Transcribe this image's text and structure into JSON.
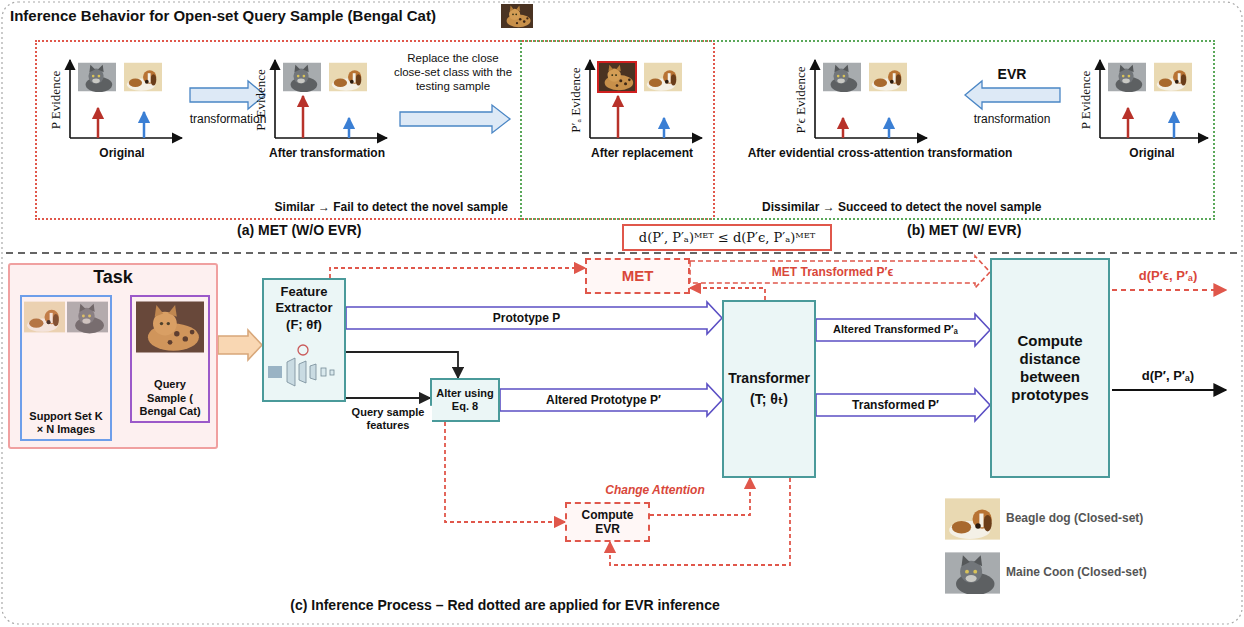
{
  "diagram": {
    "title": "Inference Behavior for Open-set Query Sample (Bengal Cat)",
    "caption": "(c) Inference Process – Red dotted are applied for EVR inference",
    "nodes": [
      {
        "text": [
          "Similar → Fail to detect the novel sample",
          "(a) MET (W/O EVR)"
        ]
      },
      {
        "text": [
          "Dissimilar → Succeed to detect the novel sample",
          "(b) MET (W/ EVR)"
        ]
      },
      {
        "text": [
          "d(P′, P′ₐ)ᴹᴱᵀ ≤ d(P′ϵ, P′ₐ)ᴹᴱᵀ"
        ]
      },
      {
        "text": [
          "Task"
        ]
      },
      {
        "text": [
          "Support Set K × N Images"
        ],
        "in": 3
      },
      {
        "text": [
          "Query Sample ( Bengal Cat)"
        ],
        "in": 3
      },
      {
        "text": [
          "Feature Extractor",
          "(F; θf)"
        ]
      },
      {
        "text": [
          "MET"
        ]
      },
      {
        "text": [
          "Alter using Eq. 8"
        ]
      },
      {
        "text": [
          "Compute EVR"
        ]
      },
      {
        "text": [
          "Transformer",
          "(T; θₜ)"
        ]
      },
      {
        "text": [
          "Compute distance between prototypes"
        ]
      }
    ],
    "edges": [
      {
        "from": 3,
        "to": 6,
        "arrow": "to"
      },
      {
        "from": 6,
        "to": 10,
        "label": "Prototype P",
        "arrow": "to"
      },
      {
        "from": 6,
        "to": 8,
        "arrow": "to"
      },
      {
        "from": 6,
        "to": 8,
        "label": "Query sample features",
        "arrow": "to"
      },
      {
        "from": 8,
        "to": 10,
        "label": "Altered Prototype P′",
        "arrow": "to"
      },
      {
        "from": 6,
        "to": 7,
        "arrow": "to"
      },
      {
        "from": 8,
        "to": 9,
        "arrow": "to"
      },
      {
        "from": 9,
        "to": 10,
        "label": "Change Attention",
        "arrow": "to"
      },
      {
        "from": 10,
        "to": 9,
        "arrow": "to"
      },
      {
        "from": 10,
        "to": 7,
        "arrow": "to"
      },
      {
        "from": 7,
        "to": 11,
        "label": "MET Transformed P′ϵ",
        "arrow": "to"
      },
      {
        "from": 10,
        "to": 11,
        "label": "Altered Transformed P′ₐ",
        "arrow": "to"
      },
      {
        "from": 10,
        "to": 11,
        "label": "Transformed P′",
        "arrow": "to"
      }
    ],
    "labels": [
      "P Evidence",
      "Original",
      "transformation",
      "P′ Evidence",
      "After transformation",
      "Replace the close close-set class with the testing sample",
      "P′ₐ Evidence",
      "After replacement",
      "P′ϵ Evidence",
      "After evidential cross-attention transformation",
      "EVR",
      "transformation",
      "P Evidence",
      "Original",
      "d(P′ϵ, P′ₐ)",
      "d(P′, P′ₐ)",
      "Beagle dog (Closed-set)",
      "Maine Coon (Closed-set)"
    ]
  }
}
